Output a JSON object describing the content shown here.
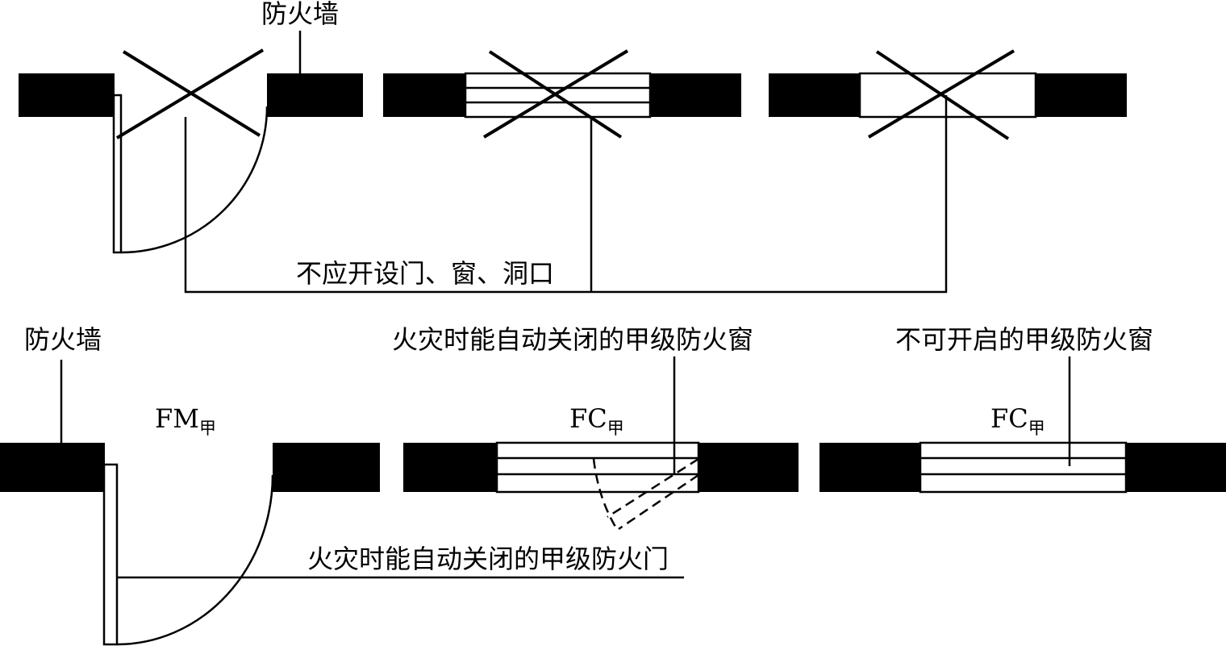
{
  "top": {
    "firewall_label": "防火墙",
    "prohibition_label": "不应开设门、窗、洞口"
  },
  "bottom": {
    "firewall_label": "防火墙",
    "door_code": "FM",
    "door_code_sub": "甲",
    "door_label": "火灾时能自动关闭的甲级防火门",
    "auto_window_label": "火灾时能自动关闭的甲级防火窗",
    "auto_window_code": "FC",
    "auto_window_code_sub": "甲",
    "fixed_window_label": "不可开启的甲级防火窗",
    "fixed_window_code": "FC",
    "fixed_window_code_sub": "甲"
  }
}
